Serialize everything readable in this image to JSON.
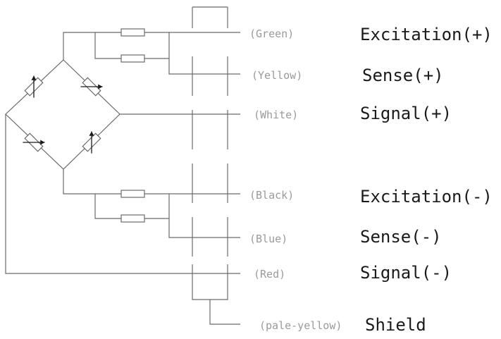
{
  "wires": [
    {
      "color": "(Green)",
      "signal": "Excitation(+)"
    },
    {
      "color": "(Yellow)",
      "signal": "Sense(+)"
    },
    {
      "color": "(White)",
      "signal": "Signal(+)"
    },
    {
      "color": "(Black)",
      "signal": "Excitation(-)"
    },
    {
      "color": "(Blue)",
      "signal": "Sense(-)"
    },
    {
      "color": "(Red)",
      "signal": "Signal(-)"
    },
    {
      "color": "(pale-yellow)",
      "signal": "Shield"
    }
  ]
}
